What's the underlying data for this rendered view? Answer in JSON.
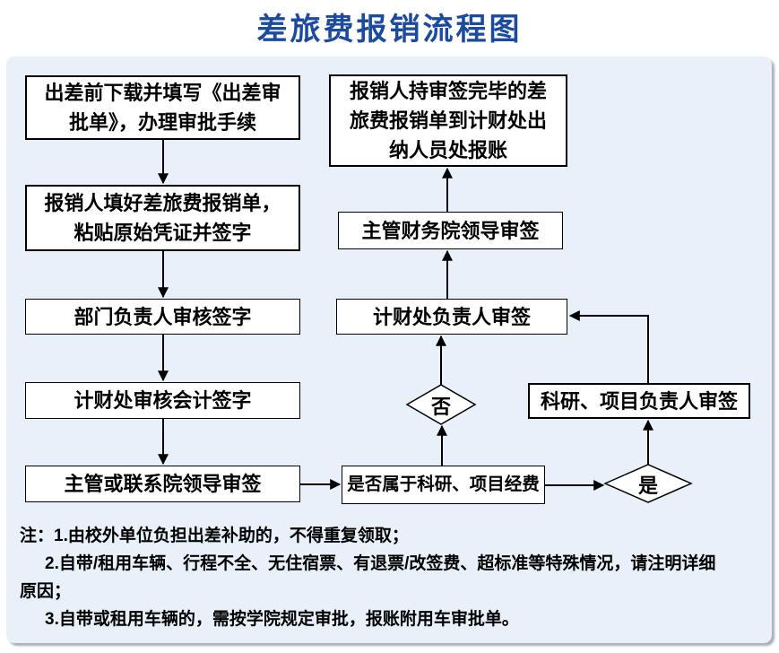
{
  "title": "差旅费报销流程图",
  "colors": {
    "title_blue": "#1c4a9c",
    "panel_bg": "#e8f1fa",
    "box_bg": "#ffffff",
    "line_black": "#000000"
  },
  "nodes": {
    "step1": {
      "label": "出差前下载并填写《出差审批单》，办理审批手续"
    },
    "step2": {
      "label": "报销人填好差旅费报销单，粘贴原始凭证并签字"
    },
    "step3": {
      "label": "部门负责人审核签字"
    },
    "step4": {
      "label": "计财处审核会计签字"
    },
    "step5": {
      "label": "主管或联系院领导审签"
    },
    "decision_funding": {
      "label": "是否属于科研、项目经费"
    },
    "branch_no": {
      "label": "否"
    },
    "branch_yes": {
      "label": "是"
    },
    "project_leader": {
      "label": "科研、项目负责人审签"
    },
    "finance_head": {
      "label": "计财处负责人审签"
    },
    "finance_dean": {
      "label": "主管财务院领导审签"
    },
    "final": {
      "label": "报销人持审签完毕的差旅费报销单到计财处出纳人员处报账"
    }
  },
  "notes": {
    "line1": "注：1.由校外单位负担出差补助的，不得重复领取；",
    "line2": "2.自带/租用车辆、行程不全、无住宿票、有退票/改签费、超标准等特殊情况，请注明详细",
    "line3": "原因；",
    "line4": "3.自带或租用车辆的，需按学院规定审批，报账附用车审批单。"
  }
}
